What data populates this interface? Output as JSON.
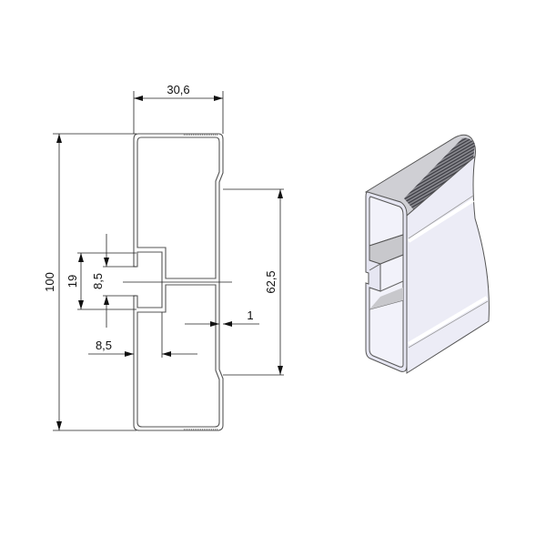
{
  "drawing": {
    "dimensions": {
      "width": "30,6",
      "height": "100",
      "groove_span": "62,5",
      "slot_outer": "19",
      "slot_opening": "8,5",
      "slot_depth": "8,5",
      "wall_thickness": "1"
    }
  },
  "colors": {
    "line": "#222222",
    "profile": "#555555",
    "face_light": "#ececf6",
    "face_grey": "#c8c8cc",
    "knurl": "#4a4a50"
  }
}
